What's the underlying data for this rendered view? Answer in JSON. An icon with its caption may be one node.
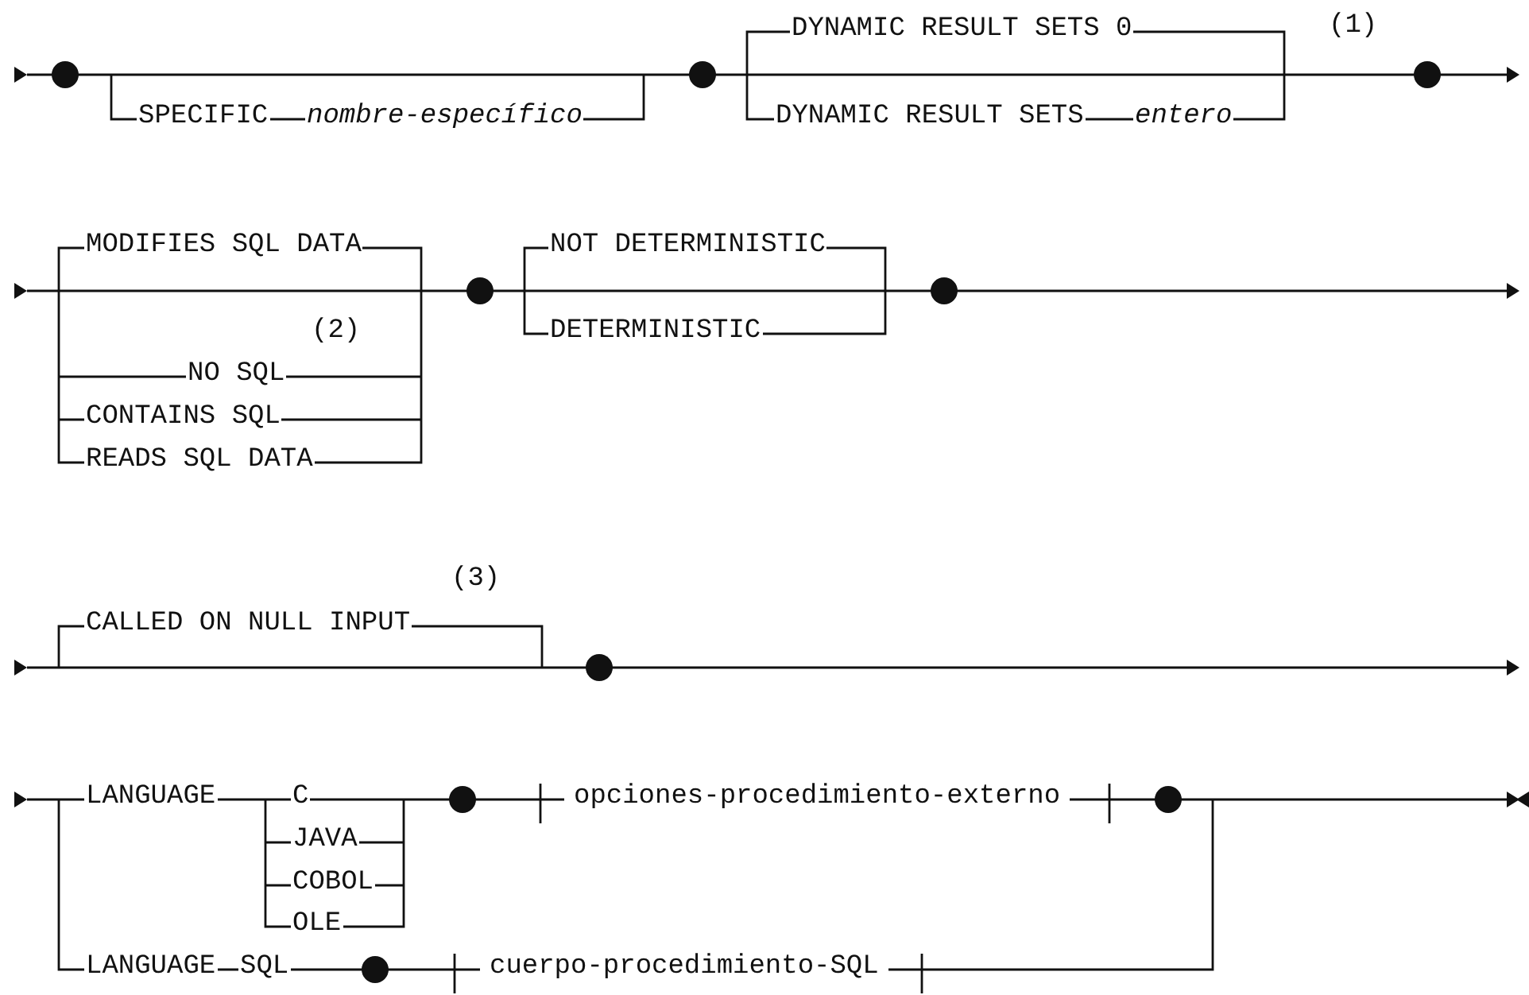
{
  "diagram": {
    "labels": [
      "DYNAMIC RESULT SETS 0",
      "(1)",
      "SPECIFIC",
      "nombre-específico",
      "DYNAMIC RESULT SETS",
      "entero",
      "MODIFIES SQL DATA",
      "NOT DETERMINISTIC",
      "DETERMINISTIC",
      "(2)",
      "NO SQL",
      "CONTAINS SQL",
      "READS SQL DATA",
      "(3)",
      "CALLED ON NULL INPUT",
      "LANGUAGE",
      "C",
      "opciones-procedimiento-externo",
      "JAVA",
      "COBOL",
      "OLE",
      "LANGUAGE",
      "SQL",
      "cuerpo-procedimiento-SQL"
    ]
  }
}
